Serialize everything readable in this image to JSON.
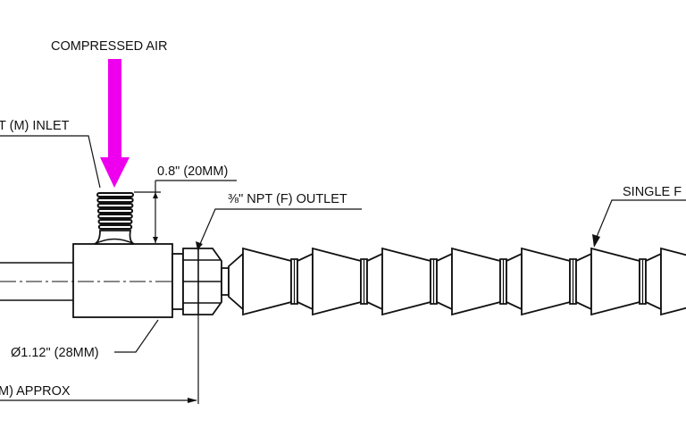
{
  "labels": {
    "compressed_air": "COMPRESSED AIR",
    "inlet": "T (M) INLET",
    "nipple_height": "0.8\" (20MM)",
    "outlet": "⅜\" NPT (F) OUTLET",
    "single": "SINGLE F",
    "diameter": "Ø1.12\" (28MM)",
    "length": "M) APPROX"
  },
  "colors": {
    "air_arrow": "#ee00ee"
  }
}
